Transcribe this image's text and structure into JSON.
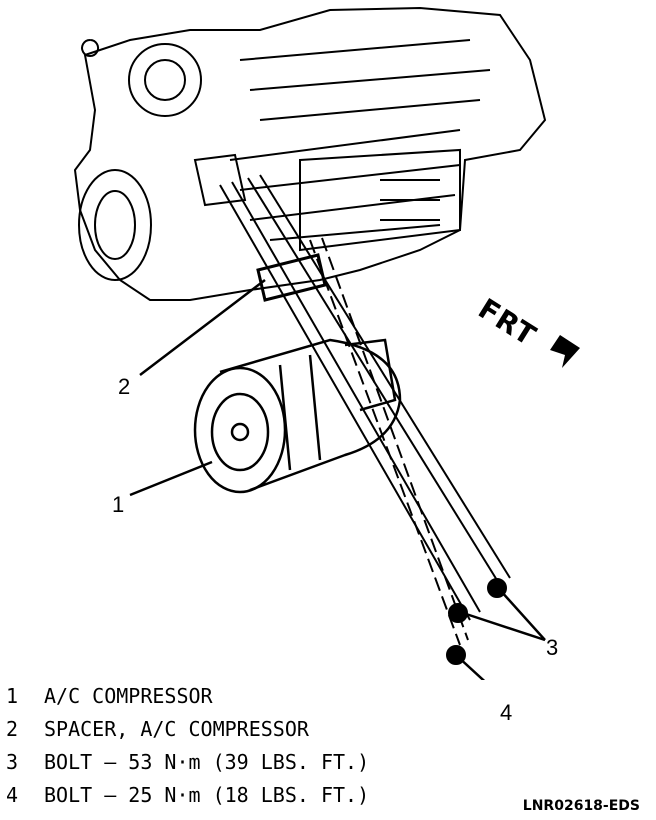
{
  "figure": {
    "front_label": "FRT",
    "callouts": [
      "1",
      "2",
      "3",
      "4"
    ],
    "legend": [
      {
        "num": "1",
        "text": "A/C COMPRESSOR"
      },
      {
        "num": "2",
        "text": "SPACER, A/C COMPRESSOR"
      },
      {
        "num": "3",
        "text": "BOLT – 53 N·m (39 LBS. FT.)"
      },
      {
        "num": "4",
        "text": "BOLT – 25 N·m (18 LBS. FT.)"
      }
    ],
    "figure_code": "LNR02618-EDS"
  }
}
